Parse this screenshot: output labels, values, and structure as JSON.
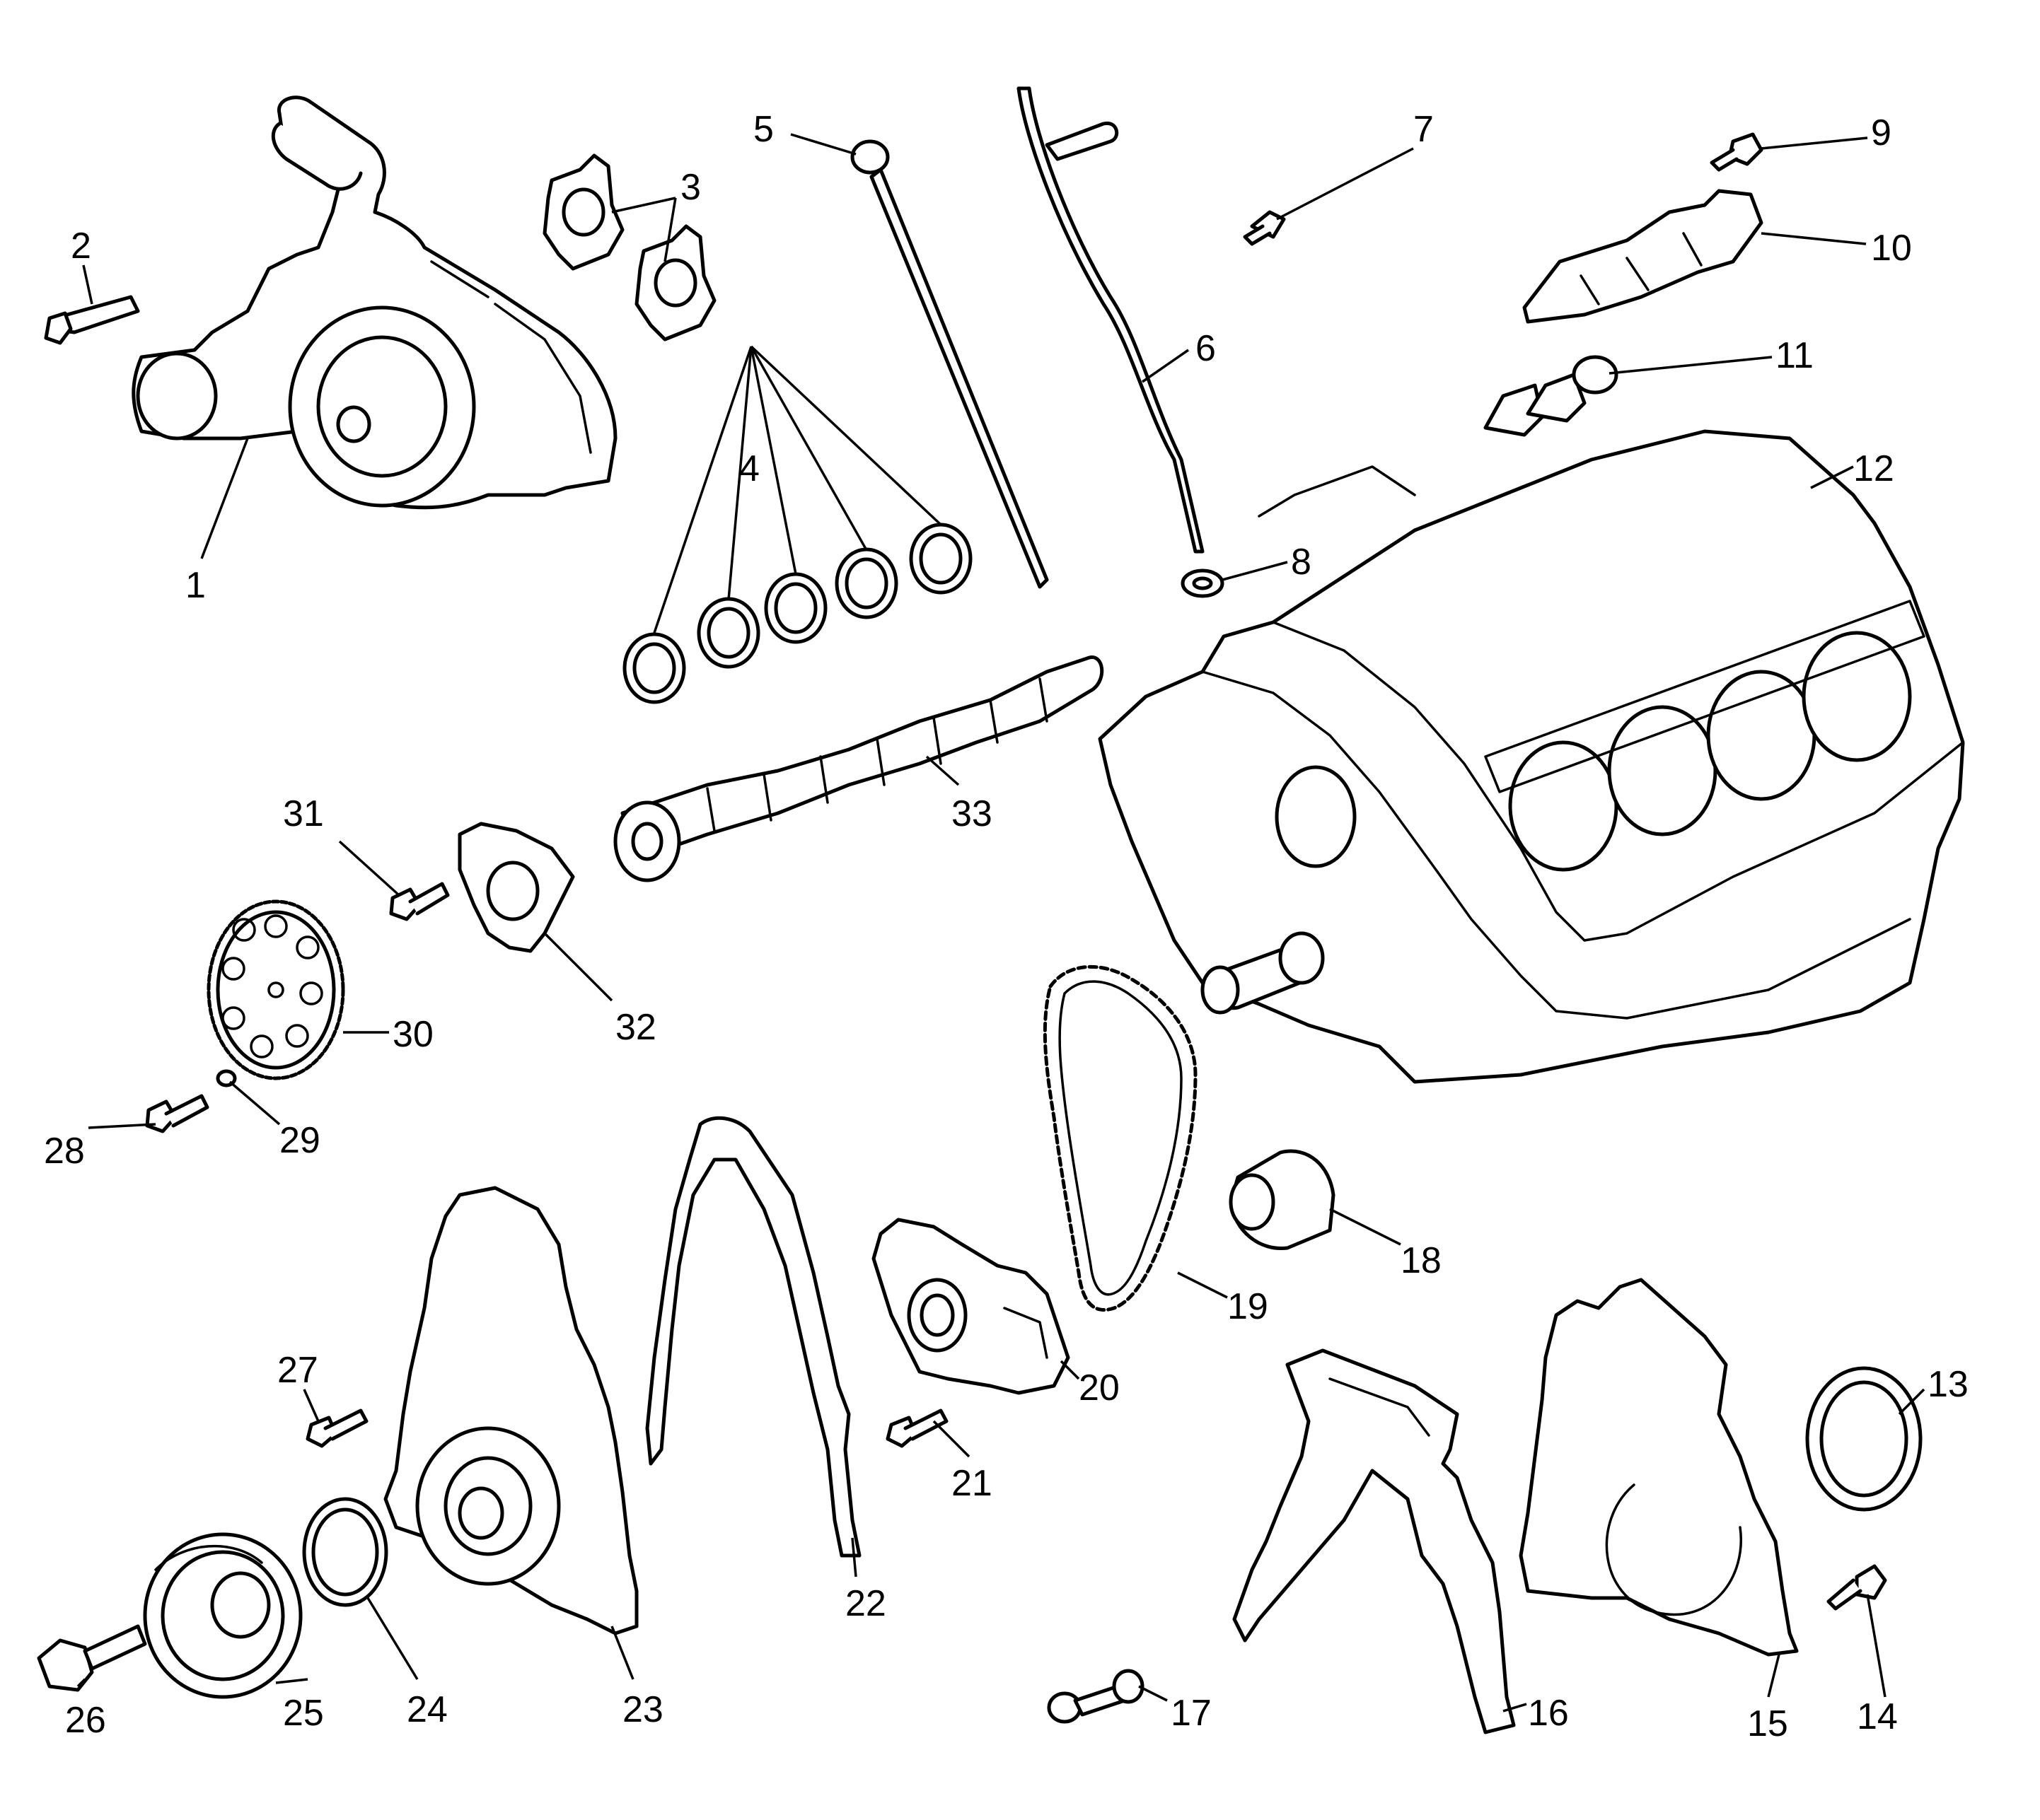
{
  "callouts": [
    {
      "n": "1"
    },
    {
      "n": "2"
    },
    {
      "n": "3"
    },
    {
      "n": "4"
    },
    {
      "n": "5"
    },
    {
      "n": "6"
    },
    {
      "n": "7"
    },
    {
      "n": "8"
    },
    {
      "n": "9"
    },
    {
      "n": "10"
    },
    {
      "n": "11"
    },
    {
      "n": "12"
    },
    {
      "n": "13"
    },
    {
      "n": "14"
    },
    {
      "n": "15"
    },
    {
      "n": "16"
    },
    {
      "n": "17"
    },
    {
      "n": "18"
    },
    {
      "n": "19"
    },
    {
      "n": "20"
    },
    {
      "n": "21"
    },
    {
      "n": "22"
    },
    {
      "n": "23"
    },
    {
      "n": "24"
    },
    {
      "n": "25"
    },
    {
      "n": "26"
    },
    {
      "n": "27"
    },
    {
      "n": "28"
    },
    {
      "n": "29"
    },
    {
      "n": "30"
    },
    {
      "n": "31"
    },
    {
      "n": "32"
    },
    {
      "n": "33"
    }
  ],
  "colors": {
    "line": "#000000",
    "background": "#ffffff"
  }
}
